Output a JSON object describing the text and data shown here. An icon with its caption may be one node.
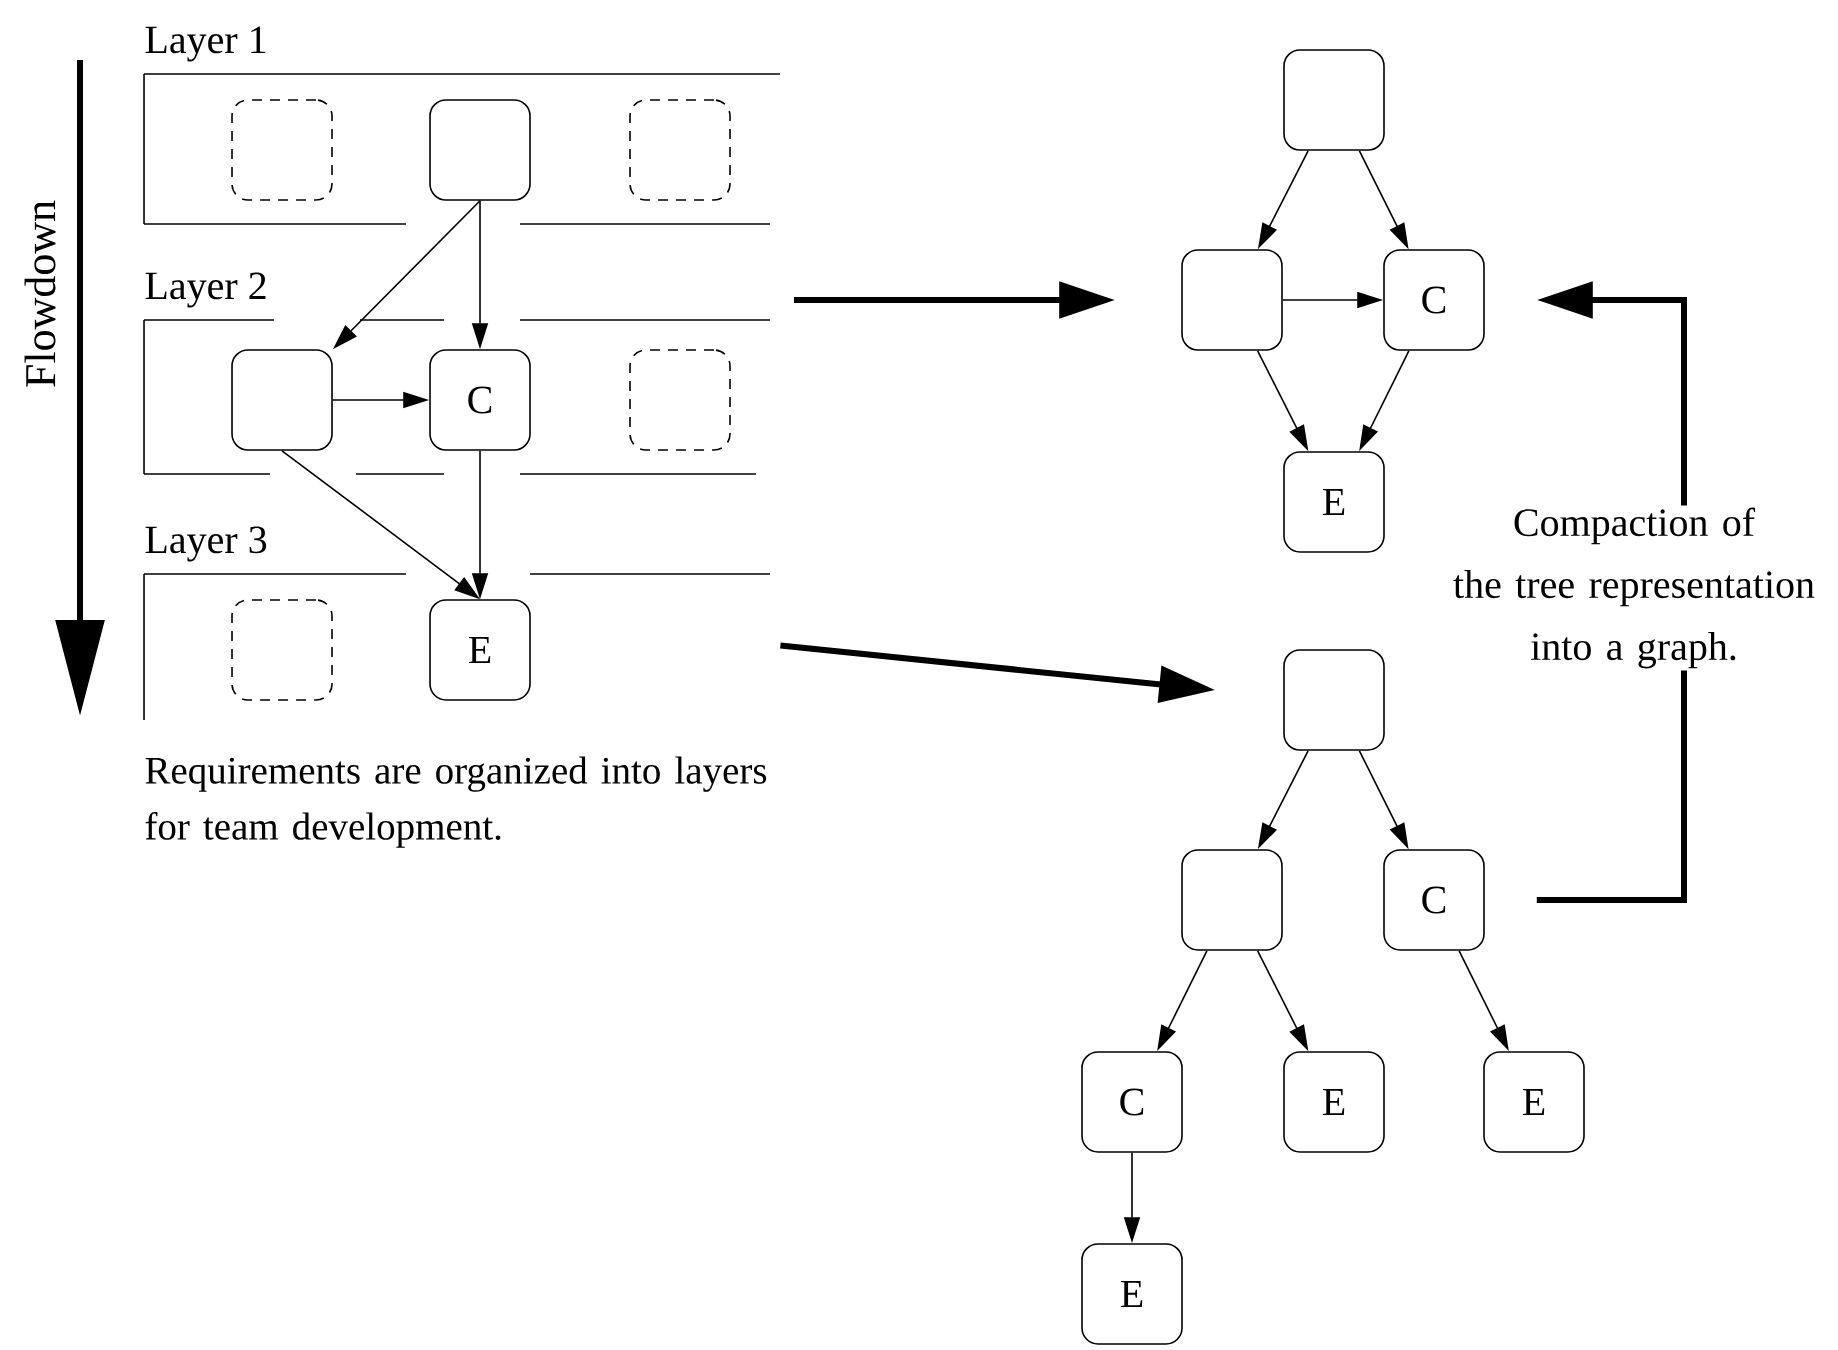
{
  "diagram": {
    "nodes": [
      {
        "text": [
          "Layer 1"
        ]
      },
      {
        "text": [],
        "shape": "box",
        "in": 0
      },
      {
        "text": [],
        "shape": "box",
        "in": 0
      },
      {
        "text": [],
        "shape": "box",
        "in": 0
      },
      {
        "text": [
          "Layer 2"
        ]
      },
      {
        "text": [],
        "shape": "box",
        "in": 4
      },
      {
        "text": [
          "C"
        ],
        "in": 4
      },
      {
        "text": [],
        "shape": "box",
        "in": 4
      },
      {
        "text": [
          "Layer 3"
        ]
      },
      {
        "text": [],
        "shape": "box",
        "in": 8
      },
      {
        "text": [
          "E"
        ],
        "in": 8
      },
      {
        "text": [],
        "shape": "box"
      },
      {
        "text": [],
        "shape": "box"
      },
      {
        "text": [
          "C"
        ]
      },
      {
        "text": [
          "E"
        ]
      },
      {
        "text": [],
        "shape": "box"
      },
      {
        "text": [],
        "shape": "box"
      },
      {
        "text": [
          "C"
        ]
      },
      {
        "text": [
          "C"
        ]
      },
      {
        "text": [
          "E"
        ]
      },
      {
        "text": [
          "E"
        ]
      },
      {
        "text": [
          "E"
        ]
      }
    ],
    "edges": [
      {
        "from": 2,
        "to": 5,
        "arrow": "to"
      },
      {
        "from": 2,
        "to": 6,
        "arrow": "to"
      },
      {
        "from": 5,
        "to": 6,
        "arrow": "to"
      },
      {
        "from": 5,
        "to": 10,
        "arrow": "to"
      },
      {
        "from": 6,
        "to": 10,
        "arrow": "to"
      },
      {
        "from": 11,
        "to": 12,
        "arrow": "to"
      },
      {
        "from": 11,
        "to": 13,
        "arrow": "to"
      },
      {
        "from": 12,
        "to": 13,
        "arrow": "to"
      },
      {
        "from": 12,
        "to": 14,
        "arrow": "to"
      },
      {
        "from": 13,
        "to": 14,
        "arrow": "to"
      },
      {
        "from": 15,
        "to": 16,
        "arrow": "to"
      },
      {
        "from": 15,
        "to": 17,
        "arrow": "to"
      },
      {
        "from": 16,
        "to": 18,
        "arrow": "to"
      },
      {
        "from": 16,
        "to": 19,
        "arrow": "to"
      },
      {
        "from": 17,
        "to": 20,
        "arrow": "to"
      },
      {
        "from": 18,
        "to": 21,
        "arrow": "to"
      },
      {
        "from": 4,
        "to": 12,
        "arrow": "to",
        "style": "thick"
      },
      {
        "from": 8,
        "to": 15,
        "arrow": "to",
        "style": "thick"
      },
      {
        "from": 17,
        "to": 13,
        "arrow": "to",
        "style": "thick",
        "label": "Compaction of the tree representation into a graph."
      }
    ],
    "labels": [
      "Flowdown",
      "Requirements are organized into layers for team development."
    ]
  }
}
